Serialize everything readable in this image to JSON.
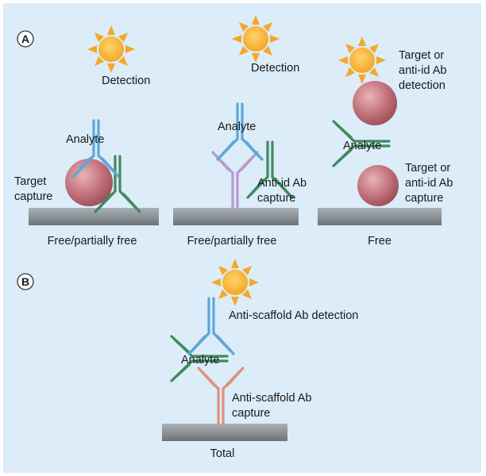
{
  "panels": {
    "a": {
      "letter": "A",
      "assays": [
        {
          "condition": "Free/partially free",
          "labels": {
            "detection": "Detection",
            "analyte": "Analyte",
            "capture_line1": "Target",
            "capture_line2": "capture"
          }
        },
        {
          "condition": "Free/partially free",
          "labels": {
            "detection": "Detection",
            "analyte": "Analyte",
            "capture_line1": "Anti-id Ab",
            "capture_line2": "capture"
          }
        },
        {
          "condition": "Free",
          "labels": {
            "detection_line1": "Target or",
            "detection_line2": "anti-id Ab",
            "detection_line3": "detection",
            "analyte": "Analyte",
            "capture_line1": "Target or",
            "capture_line2": "anti-id Ab",
            "capture_line3": "capture"
          }
        }
      ]
    },
    "b": {
      "letter": "B",
      "assay": {
        "condition": "Total",
        "labels": {
          "detection": "Anti-scaffold Ab detection",
          "analyte": "Analyte",
          "capture_line1": "Anti-scaffold Ab",
          "capture_line2": "capture"
        }
      }
    }
  },
  "colors": {
    "background": "#dcecf8",
    "plate": "#8b9399",
    "detection_antibody": "#5ba8d8",
    "analyte_antibody": "#3e8a5e",
    "anti_id_antibody": "#b79ad0",
    "anti_scaffold_capture": "#e0917a",
    "target_sphere": "#c0707a",
    "sun": "#f4a827"
  }
}
